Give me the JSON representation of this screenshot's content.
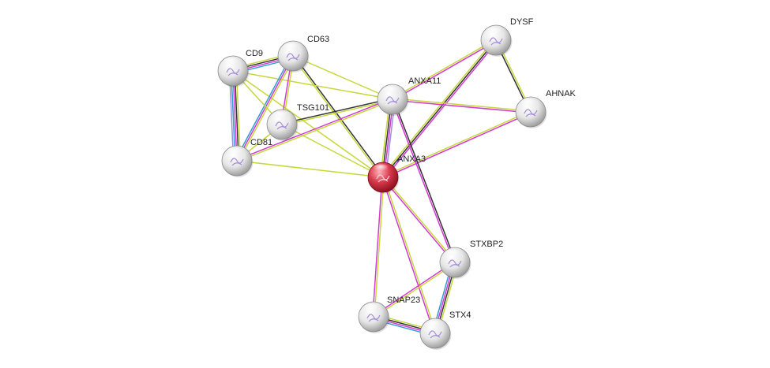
{
  "colors": {
    "query_node": "#c8102e",
    "partner_node": "#d9d9d9",
    "edge_textmining": "#c6d83a",
    "edge_coexpression": "#333333",
    "edge_experimental": "#d33ad3",
    "edge_database": "#2e9fd0",
    "edge_homology": "#9a8fe0"
  },
  "nodes": [
    {
      "id": "ANXA3",
      "label": "ANXA3",
      "query": true
    },
    {
      "id": "ANXA11",
      "label": "ANXA11",
      "query": false
    },
    {
      "id": "CD63",
      "label": "CD63",
      "query": false
    },
    {
      "id": "CD9",
      "label": "CD9",
      "query": false
    },
    {
      "id": "TSG101",
      "label": "TSG101",
      "query": false
    },
    {
      "id": "CD81",
      "label": "CD81",
      "query": false
    },
    {
      "id": "DYSF",
      "label": "DYSF",
      "query": false
    },
    {
      "id": "AHNAK",
      "label": "AHNAK",
      "query": false
    },
    {
      "id": "STXBP2",
      "label": "STXBP2",
      "query": false
    },
    {
      "id": "SNAP23",
      "label": "SNAP23",
      "query": false
    },
    {
      "id": "STX4",
      "label": "STX4",
      "query": false
    }
  ],
  "edges": [
    {
      "source": "ANXA3",
      "target": "ANXA11",
      "types": [
        "textmining",
        "coexpression",
        "experimental",
        "homology"
      ]
    },
    {
      "source": "ANXA3",
      "target": "DYSF",
      "types": [
        "textmining",
        "coexpression",
        "experimental"
      ]
    },
    {
      "source": "ANXA3",
      "target": "AHNAK",
      "types": [
        "textmining",
        "experimental"
      ]
    },
    {
      "source": "ANXA3",
      "target": "CD63",
      "types": [
        "textmining",
        "coexpression"
      ]
    },
    {
      "source": "ANXA3",
      "target": "CD9",
      "types": [
        "textmining"
      ]
    },
    {
      "source": "ANXA3",
      "target": "CD81",
      "types": [
        "textmining"
      ]
    },
    {
      "source": "ANXA3",
      "target": "TSG101",
      "types": [
        "textmining"
      ]
    },
    {
      "source": "ANXA3",
      "target": "STXBP2",
      "types": [
        "textmining",
        "experimental"
      ]
    },
    {
      "source": "ANXA3",
      "target": "SNAP23",
      "types": [
        "textmining",
        "experimental"
      ]
    },
    {
      "source": "ANXA3",
      "target": "STX4",
      "types": [
        "textmining",
        "experimental"
      ]
    },
    {
      "source": "ANXA11",
      "target": "DYSF",
      "types": [
        "textmining",
        "experimental"
      ]
    },
    {
      "source": "ANXA11",
      "target": "AHNAK",
      "types": [
        "textmining",
        "experimental"
      ]
    },
    {
      "source": "ANXA11",
      "target": "TSG101",
      "types": [
        "textmining",
        "coexpression"
      ]
    },
    {
      "source": "ANXA11",
      "target": "CD81",
      "types": [
        "textmining",
        "experimental"
      ]
    },
    {
      "source": "ANXA11",
      "target": "CD63",
      "types": [
        "textmining"
      ]
    },
    {
      "source": "ANXA11",
      "target": "CD9",
      "types": [
        "textmining"
      ]
    },
    {
      "source": "ANXA11",
      "target": "STXBP2",
      "types": [
        "coexpression",
        "experimental"
      ]
    },
    {
      "source": "DYSF",
      "target": "AHNAK",
      "types": [
        "textmining",
        "coexpression"
      ]
    },
    {
      "source": "CD9",
      "target": "CD63",
      "types": [
        "textmining",
        "coexpression",
        "experimental",
        "database"
      ]
    },
    {
      "source": "CD9",
      "target": "CD81",
      "types": [
        "textmining",
        "coexpression",
        "experimental",
        "database",
        "homology"
      ]
    },
    {
      "source": "CD63",
      "target": "CD81",
      "types": [
        "textmining",
        "experimental",
        "database"
      ]
    },
    {
      "source": "CD9",
      "target": "TSG101",
      "types": [
        "textmining"
      ]
    },
    {
      "source": "CD63",
      "target": "TSG101",
      "types": [
        "textmining",
        "experimental"
      ]
    },
    {
      "source": "CD81",
      "target": "TSG101",
      "types": [
        "textmining"
      ]
    },
    {
      "source": "STXBP2",
      "target": "SNAP23",
      "types": [
        "textmining",
        "experimental"
      ]
    },
    {
      "source": "STXBP2",
      "target": "STX4",
      "types": [
        "textmining",
        "coexpression",
        "experimental",
        "database"
      ]
    },
    {
      "source": "SNAP23",
      "target": "STX4",
      "types": [
        "textmining",
        "coexpression",
        "experimental",
        "database"
      ]
    }
  ]
}
